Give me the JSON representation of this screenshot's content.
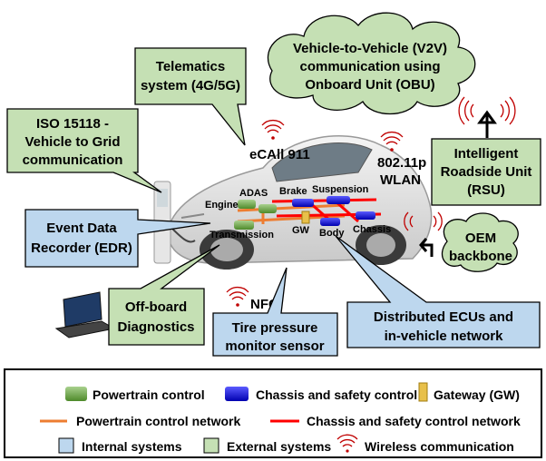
{
  "callouts": {
    "telematics": "Telematics system (4G/5G)",
    "iso15118_line1": "ISO 15118 -",
    "iso15118_line2": "Vehicle to Grid",
    "iso15118_line3": "communication",
    "v2v_line1": "Vehicle-to-Vehicle (V2V)",
    "v2v_line2": "communication using",
    "v2v_line3": "Onboard Unit (OBU)",
    "edr_line1": "Event Data",
    "edr_line2": "Recorder (EDR)",
    "rsu_line1": "Intelligent",
    "rsu_line2": "Roadside Unit",
    "rsu_line3": "(RSU)",
    "oem_line1": "OEM",
    "oem_line2": "backbone",
    "offboard_line1": "Off-board",
    "offboard_line2": "Diagnostics",
    "tire_line1": "Tire pressure",
    "tire_line2": "monitor sensor",
    "ecu_line1": "Distributed ECUs and",
    "ecu_line2": "in-vehicle network",
    "telematics_line1": "Telematics",
    "telematics_line2": "system (4G/5G)"
  },
  "wireless_labels": {
    "ecall": "eCAll 911",
    "wlan_line1": "802.11p",
    "wlan_line2": "WLAN",
    "nfc": "NFC"
  },
  "components": {
    "engine": "Engine",
    "adas": "ADAS",
    "brake": "Brake",
    "suspension": "Suspension",
    "transmission": "Transmission",
    "gw": "GW",
    "body": "Body",
    "chassis": "Chassis"
  },
  "legend": {
    "powertrain_control": "Powertrain control",
    "chassis_safety_control": "Chassis and safety control",
    "gateway": "Gateway (GW)",
    "powertrain_network": "Powertrain control network",
    "chassis_network": "Chassis and safety control network",
    "internal": "Internal systems",
    "external": "External systems",
    "wireless": "Wireless communication"
  },
  "colors": {
    "external_fill": "#c5e0b4",
    "internal_fill": "#bdd7ee",
    "powertrain": "#70ad47",
    "chassis": "#1a1aff",
    "gateway": "#e8c04a",
    "powertrain_net": "#ed7d31",
    "chassis_net": "#ff0000",
    "wireless": "#c00000"
  }
}
